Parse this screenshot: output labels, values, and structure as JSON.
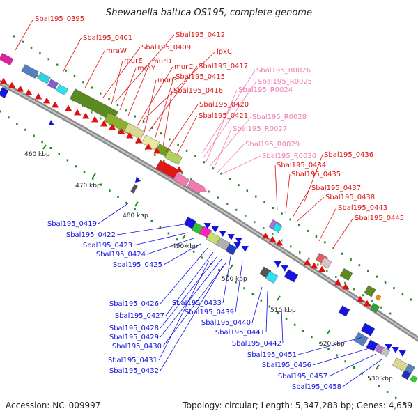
{
  "title": "Shewanella baltica OS195, complete genome",
  "footer": {
    "accession": "Accession: NC_009997",
    "summary": "Topology: circular; Length: 5,347,283 bp; Genes: 4,639"
  },
  "colors": {
    "forward": "#e01010",
    "reverse": "#1010e0",
    "rna": "#f07ab0",
    "backbone": "#9a9a9a",
    "tick": "#1a8a1a"
  },
  "ticks": [
    "460 kbp",
    "470 kbp",
    "480 kbp",
    "490 kbp",
    "500 kbp",
    "510 kbp",
    "520 kbp",
    "530 kbp"
  ],
  "labels_forward": [
    "Sbal195_0395",
    "Sbal195_0401",
    "mraW",
    "Sbal195_0409",
    "Sbal195_0412",
    "murE",
    "mraY",
    "murD",
    "lpxC",
    "murC",
    "Sbal195_0417",
    "murG",
    "Sbal195_0415",
    "Sbal195_0416",
    "Sbal195_0420",
    "Sbal195_0421",
    "Sbal195_0436",
    "Sbal195_0434",
    "Sbal195_0435",
    "Sbal195_0437",
    "Sbal195_0438",
    "Sbal195_0443",
    "Sbal195_0445"
  ],
  "labels_rna": [
    "Sbal195_R0026",
    "Sbal195_R0025",
    "Sbal195_R0024",
    "Sbal195_R0028",
    "Sbal195_R0027",
    "Sbal195_R0029",
    "Sbal195_R0030"
  ],
  "labels_reverse": [
    "Sbal195_0419",
    "Sbal195_0422",
    "Sbal195_0423",
    "Sbal195_0424",
    "Sbal195_0425",
    "Sbal195_0426",
    "Sbal195_0433",
    "Sbal195_0427",
    "Sbal195_0439",
    "Sbal195_0428",
    "Sbal195_0440",
    "Sbal195_0429",
    "Sbal195_0441",
    "Sbal195_0430",
    "Sbal195_0442",
    "Sbal195_0451",
    "Sbal195_0431",
    "Sbal195_0432",
    "Sbal195_0456",
    "Sbal195_0457",
    "Sbal195_0458"
  ]
}
